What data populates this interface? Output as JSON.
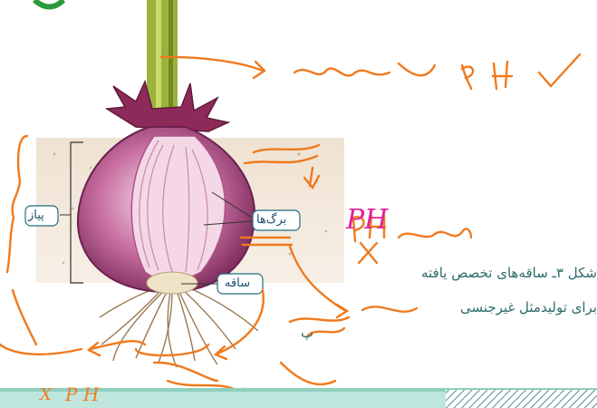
{
  "labels": {
    "onion": "پیاز",
    "leaves": "برگ‌ها",
    "stem": "ساقه",
    "part_marker": "پ"
  },
  "caption": {
    "line1": "شکل ۳ـ ساقه‌های تخصص یافته",
    "line2": "برای تولیدمثل غیرجنسی"
  },
  "annotations": {
    "ph": "PH",
    "ph_small": "P H",
    "x_mark": "X"
  },
  "colors": {
    "handwriting_orange": "#f07a1e",
    "handwriting_pink": "#e0249a",
    "caption_teal": "#2e6b6b",
    "footer_band": "#bfe6dc",
    "footer_hatch": "#4a8f8a"
  }
}
